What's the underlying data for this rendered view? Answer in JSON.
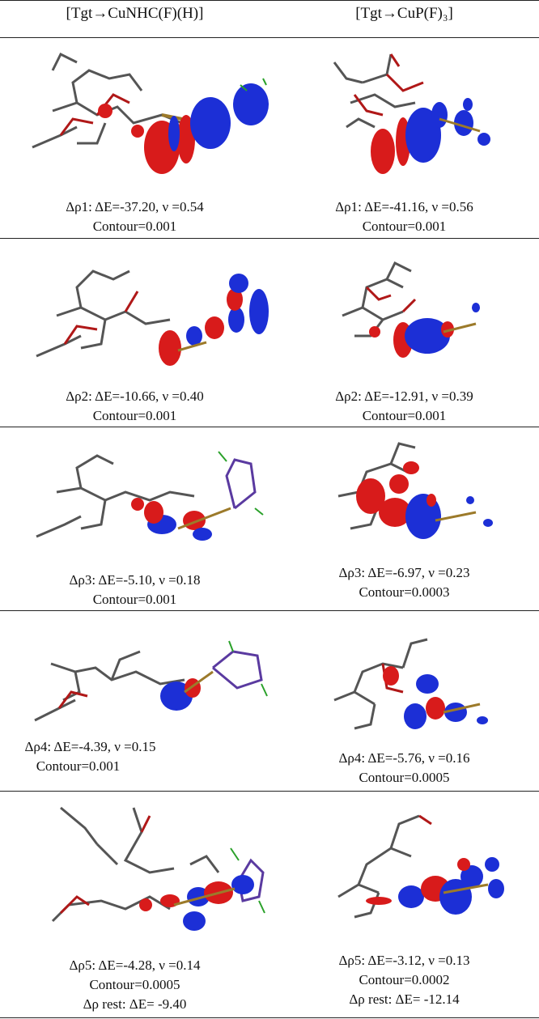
{
  "headers": {
    "left": "[Tgt→CuNHC(F)(H)]",
    "right": "[Tgt→CuP(F)₃]"
  },
  "rows": [
    {
      "left": {
        "line1": "Δρ1: ΔE=-37.20, ν =0.54",
        "line2": "Contour=0.001"
      },
      "right": {
        "line1": "Δρ1: ΔE=-41.16, ν =0.56",
        "line2": "Contour=0.001"
      }
    },
    {
      "left": {
        "line1": "Δρ2: ΔE=-10.66, ν =0.40",
        "line2": "Contour=0.001"
      },
      "right": {
        "line1": "Δρ2: ΔE=-12.91, ν =0.39",
        "line2": "Contour=0.001"
      }
    },
    {
      "left": {
        "line1": "Δρ3: ΔE=-5.10, ν =0.18",
        "line2": "Contour=0.001"
      },
      "right": {
        "line1": "Δρ3: ΔE=-6.97, ν =0.23",
        "line2": "Contour=0.0003"
      }
    },
    {
      "left": {
        "line1": "Δρ4: ΔE=-4.39, ν =0.15",
        "line2": "Contour=0.001"
      },
      "right": {
        "line1": "Δρ4: ΔE=-5.76, ν =0.16",
        "line2": "Contour=0.0005"
      }
    },
    {
      "left": {
        "line1": "Δρ5: ΔE=-4.28, ν =0.14",
        "line2": "Contour=0.0005",
        "line3": "Δρ rest: ΔE= -9.40"
      },
      "right": {
        "line1": "Δρ5: ΔE=-3.12, ν =0.13",
        "line2": "Contour=0.0002",
        "line3": "Δρ rest: ΔE= -12.14"
      }
    }
  ],
  "colors": {
    "charge_depletion": "#d81b1b",
    "charge_accumulation": "#1c2fd6",
    "bond_grey": "#555555",
    "bond_red": "#b01818",
    "bond_gold": "#9c7a2a",
    "bond_green": "#2aa12a"
  },
  "icons": [
    "deformation-density-isosurface-image"
  ]
}
